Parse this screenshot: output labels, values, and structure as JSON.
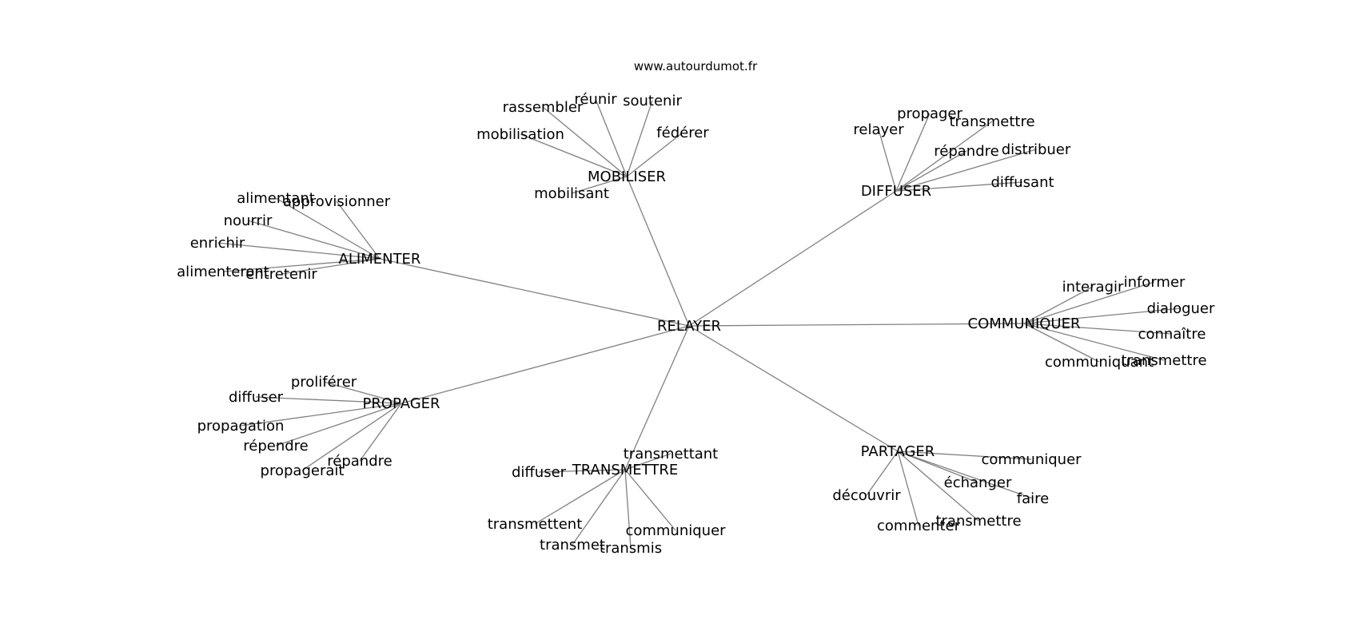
{
  "site": "www.autourdumot.fr",
  "colors": {
    "edge": "#808080",
    "text": "#000000",
    "background": "#ffffff"
  },
  "graph": {
    "center": "RELAYER",
    "hubs": [
      {
        "label": "MOBILISER",
        "leaves": [
          "rassembler",
          "réunir",
          "soutenir",
          "fédérer",
          "mobilisation",
          "mobilisant"
        ]
      },
      {
        "label": "DIFFUSER",
        "leaves": [
          "relayer",
          "propager",
          "transmettre",
          "répandre",
          "distribuer",
          "diffusant"
        ]
      },
      {
        "label": "ALIMENTER",
        "leaves": [
          "alimentant",
          "approvisionner",
          "nourrir",
          "enrichir",
          "alimenteront",
          "entretenir"
        ]
      },
      {
        "label": "COMMUNIQUER",
        "leaves": [
          "interagir",
          "informer",
          "dialoguer",
          "connaître",
          "communiquant",
          "transmettre"
        ]
      },
      {
        "label": "PROPAGER",
        "leaves": [
          "proliférer",
          "diffuser",
          "propagation",
          "répendre",
          "répandre",
          "propagerait"
        ]
      },
      {
        "label": "TRANSMETTRE",
        "leaves": [
          "transmettant",
          "diffuser",
          "transmettent",
          "transmet",
          "transmis",
          "communiquer"
        ]
      },
      {
        "label": "PARTAGER",
        "leaves": [
          "communiquer",
          "échanger",
          "faire",
          "découvrir",
          "commenter",
          "transmettre"
        ]
      }
    ]
  }
}
